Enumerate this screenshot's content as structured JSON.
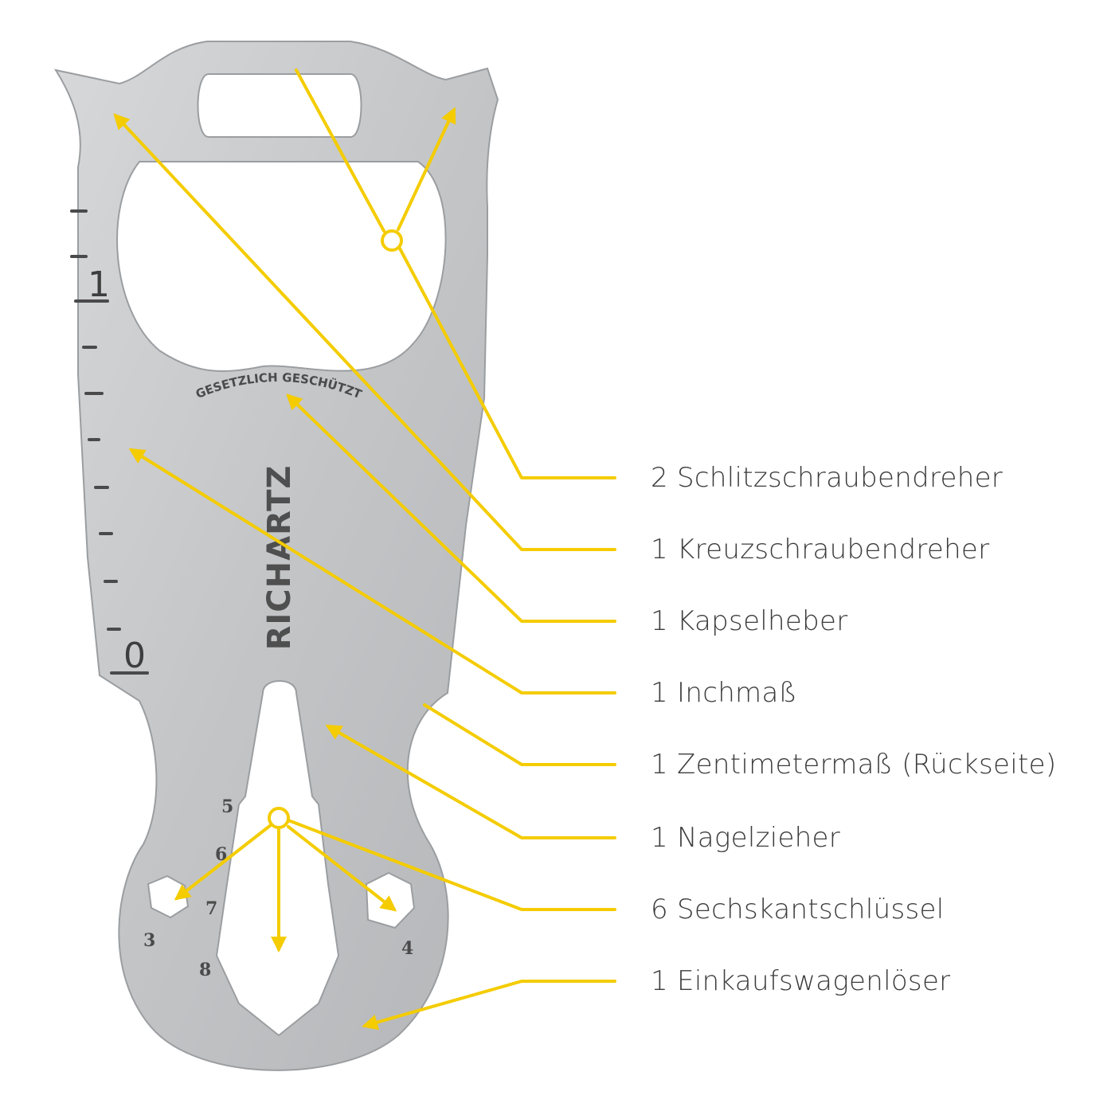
{
  "tool": {
    "brand": "RICHARTZ",
    "engraving": "GESETZLICH GESCHÜTZT",
    "ruler_marks": [
      "1",
      "0"
    ],
    "hex_sizes": [
      "5",
      "6",
      "7",
      "3",
      "8",
      "4"
    ],
    "metal_color": "#c4c6c8",
    "edge_color": "#9b9ea1"
  },
  "callout_color": "#f4cc00",
  "features": [
    "2 Schlitzschraubendreher",
    "1 Kreuzschraubendreher",
    "1 Kapselheber",
    "1 Inchmaß",
    "1 Zentimetermaß (Rückseite)",
    "1 Nagelzieher",
    "6 Sechskantschlüssel",
    "1 Einkaufswagenlöser"
  ]
}
